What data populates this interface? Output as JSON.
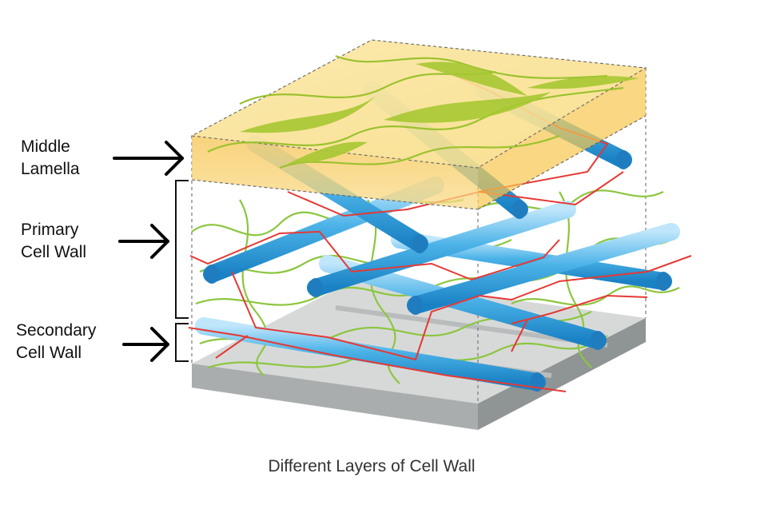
{
  "labels": {
    "middle_lamella": [
      "Middle",
      "Lamella"
    ],
    "primary_cell_wall": [
      "Primary",
      "Cell Wall"
    ],
    "secondary_cell_wall": [
      "Secondary",
      "Cell Wall"
    ]
  },
  "caption": "Different Layers of Cell Wall",
  "colors": {
    "middle_lamella": "#f7c94f",
    "cellulose_fiber": "#3aa9e0",
    "hemicellulose": "#8cc63f",
    "pectin_lignin_line": "#e53935",
    "secondary_plate": "#c9cccc",
    "arrow": "#000000"
  }
}
